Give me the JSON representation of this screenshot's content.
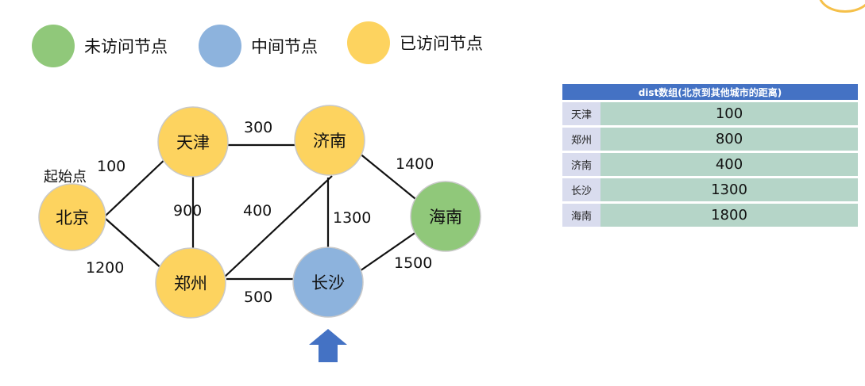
{
  "legend": [
    {
      "label": "未访问节点",
      "color": "#90c87a"
    },
    {
      "label": "中间节点",
      "color": "#8db3dd"
    },
    {
      "label": "已访问节点",
      "color": "#fdd35f"
    }
  ],
  "graph": {
    "start_label": "起始点",
    "nodes": {
      "beijing": {
        "label": "北京",
        "state": "visited"
      },
      "tianjin": {
        "label": "天津",
        "state": "visited"
      },
      "zhengzhou": {
        "label": "郑州",
        "state": "visited"
      },
      "jinan": {
        "label": "济南",
        "state": "visited"
      },
      "changsha": {
        "label": "长沙",
        "state": "current"
      },
      "hainan": {
        "label": "海南",
        "state": "unvisited"
      }
    },
    "edges": [
      {
        "from": "beijing",
        "to": "tianjin",
        "weight": "100"
      },
      {
        "from": "beijing",
        "to": "zhengzhou",
        "weight": "1200"
      },
      {
        "from": "tianjin",
        "to": "jinan",
        "weight": "300"
      },
      {
        "from": "tianjin",
        "to": "zhengzhou",
        "weight": "900"
      },
      {
        "from": "zhengzhou",
        "to": "jinan",
        "weight": "400"
      },
      {
        "from": "zhengzhou",
        "to": "changsha",
        "weight": "500"
      },
      {
        "from": "jinan",
        "to": "changsha",
        "weight": "1300"
      },
      {
        "from": "jinan",
        "to": "hainan",
        "weight": "1400"
      },
      {
        "from": "changsha",
        "to": "hainan",
        "weight": "1500"
      }
    ],
    "pointer_arrow_color": "#4472c4"
  },
  "dist_table": {
    "title": "dist数组(北京到其他城市的距离)",
    "rows": [
      {
        "city": "天津",
        "dist": "100"
      },
      {
        "city": "郑州",
        "dist": "800"
      },
      {
        "city": "济南",
        "dist": "400"
      },
      {
        "city": "长沙",
        "dist": "1300"
      },
      {
        "city": "海南",
        "dist": "1800"
      }
    ]
  },
  "colors": {
    "visited": "#fdd35f",
    "current": "#8db3dd",
    "unvisited": "#90c87a",
    "table_header": "#4472c4",
    "table_city_cell": "#d9dcee",
    "table_value_cell": "#b5d5c8"
  }
}
